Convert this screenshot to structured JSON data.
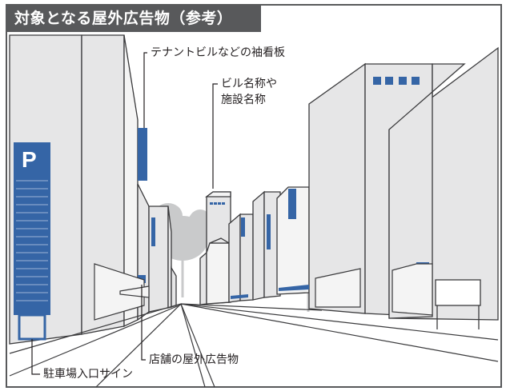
{
  "title": "対象となる屋外広告物（参考）",
  "labels": {
    "tenant_signs": "テナントビルなどの袖看板",
    "building_name_line1": "ビル名称や",
    "building_name_line2": "施設名称",
    "store_ads": "店舗の屋外広告物",
    "parking_sign": "駐車場入口サイン"
  },
  "parking_letter": "P",
  "colors": {
    "sign_blue": "#3565a6",
    "building_fill": "#e6e6e7",
    "building_stroke": "#3a3a3c",
    "tree": "#c9cacb",
    "title_bg": "#58595b"
  }
}
